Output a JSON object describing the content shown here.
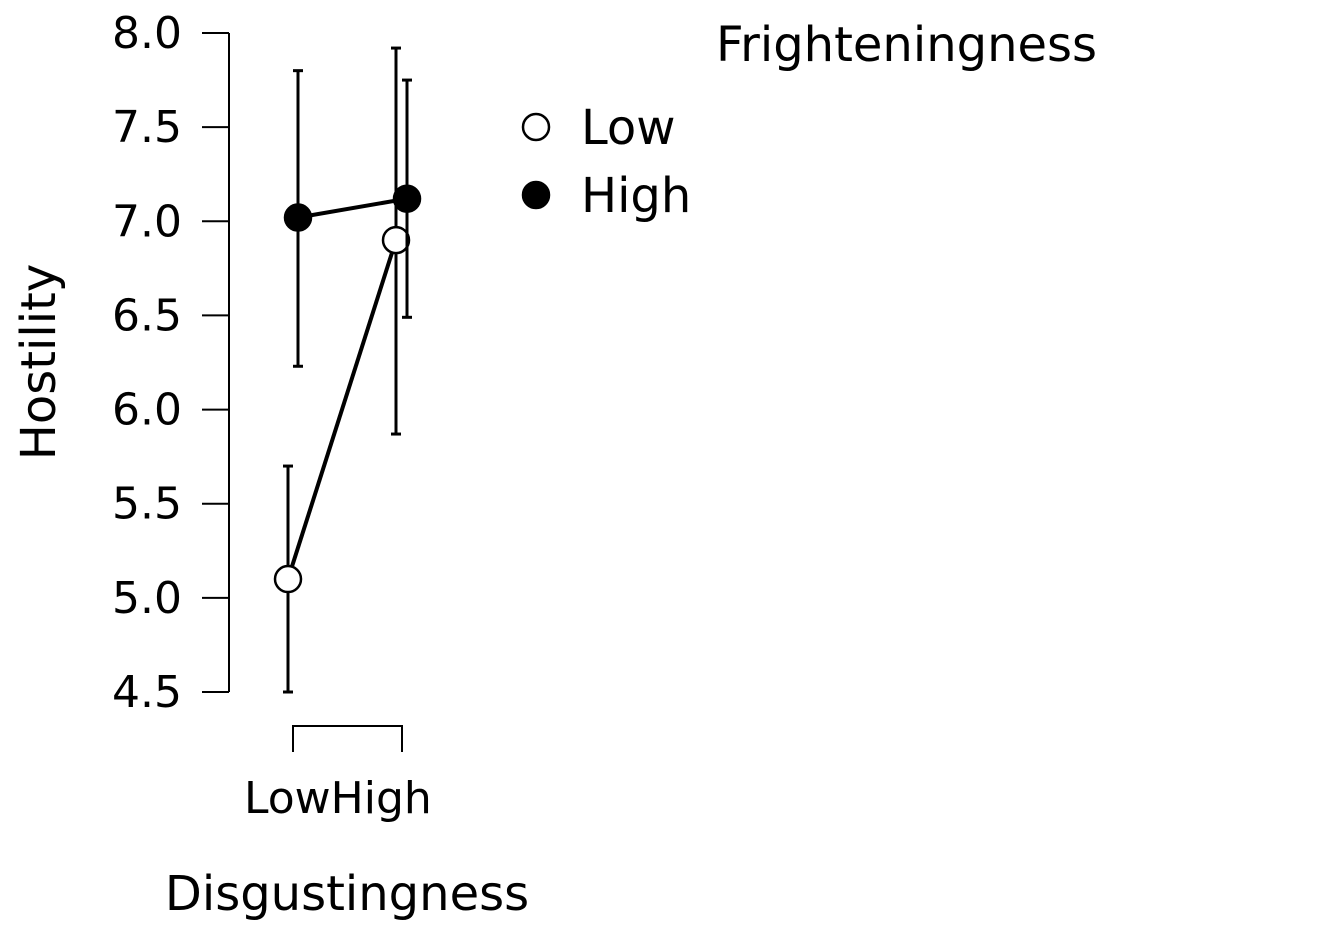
{
  "chart_data": {
    "type": "line",
    "ylabel": "Hostility",
    "xlabel": "Disgustingness",
    "categories": [
      "Low",
      "High"
    ],
    "ylim": [
      4.5,
      8.0
    ],
    "yticks": [
      "4.5",
      "5.0",
      "5.5",
      "6.0",
      "6.5",
      "7.0",
      "7.5",
      "8.0"
    ],
    "legend": {
      "title": "Frighteningness",
      "position": "top-right"
    },
    "series": [
      {
        "name": "Low",
        "marker": "open-circle",
        "fill": "#ffffff",
        "values": [
          5.1,
          6.9
        ],
        "err_low": [
          4.5,
          5.87
        ],
        "err_high": [
          5.7,
          7.92
        ]
      },
      {
        "name": "High",
        "marker": "filled-circle",
        "fill": "#000000",
        "values": [
          7.02,
          7.12
        ],
        "err_low": [
          6.23,
          6.49
        ],
        "err_high": [
          7.8,
          7.75
        ]
      }
    ],
    "grid": false
  }
}
